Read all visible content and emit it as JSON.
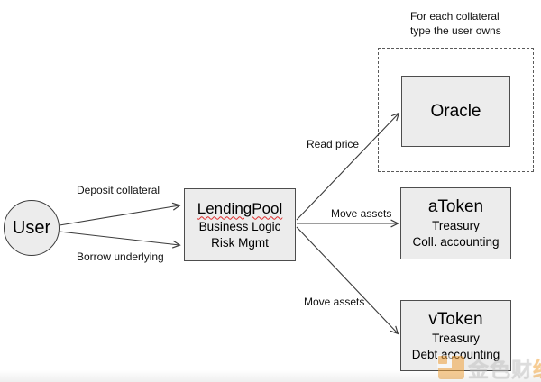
{
  "diagram": {
    "annotation": {
      "line1": "For each collateral",
      "line2": "type the user owns"
    },
    "nodes": {
      "user": {
        "label": "User"
      },
      "lendingPool": {
        "title": "LendingPool",
        "subtitle1": "Business Logic",
        "subtitle2": "Risk Mgmt"
      },
      "oracle": {
        "title": "Oracle"
      },
      "aToken": {
        "title": "aToken",
        "subtitle1": "Treasury",
        "subtitle2": "Coll. accounting"
      },
      "vToken": {
        "title": "vToken",
        "subtitle1": "Treasury",
        "subtitle2": "Debt accounting"
      }
    },
    "edges": {
      "deposit": "Deposit collateral",
      "borrow": "Borrow underlying",
      "readPrice": "Read price",
      "moveAssetsA": "Move assets",
      "moveAssetsV": "Move assets"
    },
    "colors": {
      "box_fill": "#ececec",
      "box_border": "#4d4d4d",
      "arrow": "#3b3b3b",
      "spellcheck_underline": "#e02b2b",
      "watermark_orange": "#f2a33c",
      "watermark_gray": "#c2c2c2"
    },
    "watermark": {
      "gray_part": "金色财",
      "orange_part": "经"
    }
  }
}
